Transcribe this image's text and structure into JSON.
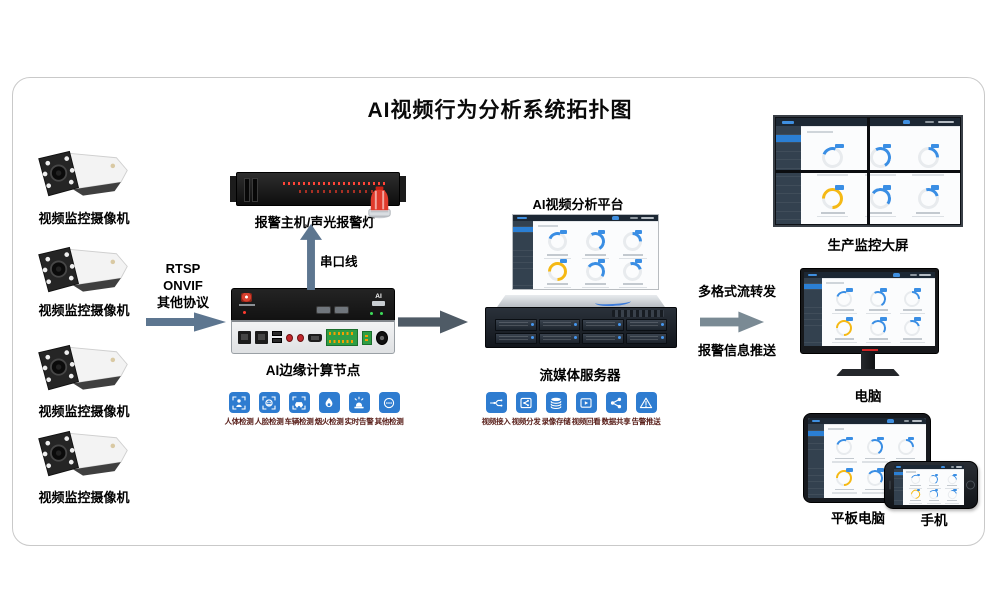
{
  "title": "AI视频行为分析系统拓扑图",
  "cameras": {
    "label": "视频监控摄像机"
  },
  "protocol": {
    "lines": [
      "RTSP",
      "ONVIF",
      "其他协议"
    ]
  },
  "alarm": {
    "label": "报警主机/声光报警灯",
    "cable_label": "串口线"
  },
  "edge": {
    "label": "AI边缘计算节点",
    "badge": "AI",
    "features": [
      {
        "icon": "human-detect-icon",
        "label": "人体检测"
      },
      {
        "icon": "face-detect-icon",
        "label": "人脸检测"
      },
      {
        "icon": "vehicle-detect-icon",
        "label": "车辆检测"
      },
      {
        "icon": "fire-detect-icon",
        "label": "烟火检测"
      },
      {
        "icon": "realtime-alarm-icon",
        "label": "实时告警"
      },
      {
        "icon": "other-detect-icon",
        "label": "其他检测"
      }
    ]
  },
  "platform": {
    "label": "AI视频分析平台"
  },
  "server": {
    "label": "流媒体服务器",
    "features": [
      {
        "icon": "video-ingest-icon",
        "label": "视频接入"
      },
      {
        "icon": "video-distribute-icon",
        "label": "视频分发"
      },
      {
        "icon": "record-storage-icon",
        "label": "录像存储"
      },
      {
        "icon": "video-playback-icon",
        "label": "视频回看"
      },
      {
        "icon": "data-share-icon",
        "label": "数据共享"
      },
      {
        "icon": "alarm-push-icon",
        "label": "告警推送"
      }
    ]
  },
  "forward": {
    "top_label": "多格式流转发",
    "bottom_label": "报警信息推送"
  },
  "clients": {
    "wall": "生产监控大屏",
    "pc": "电脑",
    "tablet": "平板电脑",
    "phone": "手机"
  },
  "colors": {
    "icon_blue": "#2e7cd0",
    "arrow_slate": "#5d7690",
    "arrow_dark": "#4f5b66",
    "arrow_gray": "#7a8a94",
    "donut_blue": "#3a8ee4",
    "donut_yellow": "#f5b915",
    "feature_label": "#5a201b"
  }
}
